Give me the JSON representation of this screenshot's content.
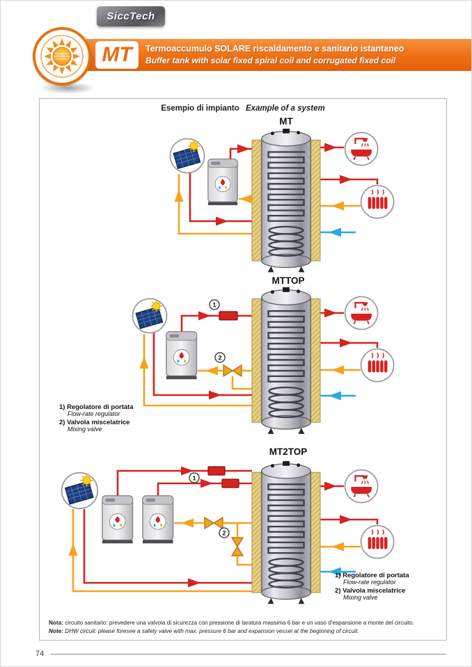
{
  "header": {
    "brand": "SiccTech",
    "model": "MT",
    "title_it": "Termoaccumulo SOLARE riscaldamento e sanitario istantaneo",
    "title_en": "Buffer tank with solar fixed spiral coil and corrugated fixed coil"
  },
  "example": {
    "heading_it": "Esempio di impianto",
    "heading_en": "Example of a system"
  },
  "diagrams": {
    "d1": {
      "label": "MT"
    },
    "d2": {
      "label": "MTTOP"
    },
    "d3": {
      "label": "MT2TOP"
    }
  },
  "legend": {
    "marker1": "1",
    "marker2": "2",
    "line1": "1) Regolatore di portata",
    "line1_en": "Flow-rate regulator",
    "line2": "2) Valvola miscelatrice",
    "line2_en": "Mixing valve"
  },
  "footnote": {
    "it_label": "Nota:",
    "it_text": "circuito sanitario: prevedere una valvola di sicurezza con pressione di taratura massima 6 bar e un vaso d'espansione a monte del circuito.",
    "en_label": "Note:",
    "en_text": "DHW circuit: please foresee a safety valve with max. pressure 6 bar and expansion vessel at the beginning of circuit."
  },
  "page": {
    "number": "74"
  },
  "colors": {
    "accent_orange": "#ed6a12",
    "pipe_red": "#d6231f",
    "pipe_orange": "#f6a21d",
    "pipe_blue": "#2aa9e0",
    "insulation_yellow": "#e6cf82"
  }
}
